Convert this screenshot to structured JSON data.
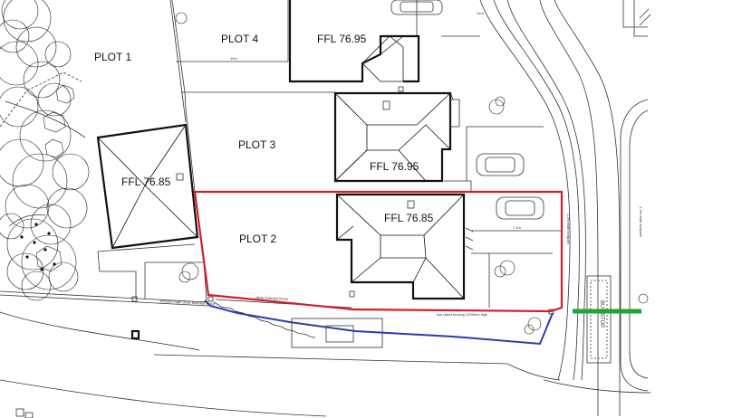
{
  "colors": {
    "site_boundary": "#d0202a",
    "ownership_boundary": "#2a3db0",
    "access_marker": "#1fa33a"
  },
  "plots": {
    "plot1": "PLOT 1",
    "plot2": "PLOT 2",
    "plot3": "PLOT 3",
    "plot4": "PLOT 4"
  },
  "ffl": {
    "plot4_house": "FFL 76.95",
    "plot3_house": "FFL 76.95",
    "plot2_house": "FFL 76.85",
    "plot1_house": "FFL 76.85"
  },
  "dimensions": {
    "plot4_width": "10m",
    "road_top": "21m",
    "plot2_parking": "7.1m"
  },
  "notes": {
    "fence_left": "1800mm high close boarded fence",
    "fence_bottom": "close boarded fence",
    "fence_right": "low railed fencing 1200mm high",
    "footpath_left": "1.2m wide footpath",
    "footpath_right": "1.2m wide footpath",
    "bus_stop": "BUS STOP"
  }
}
